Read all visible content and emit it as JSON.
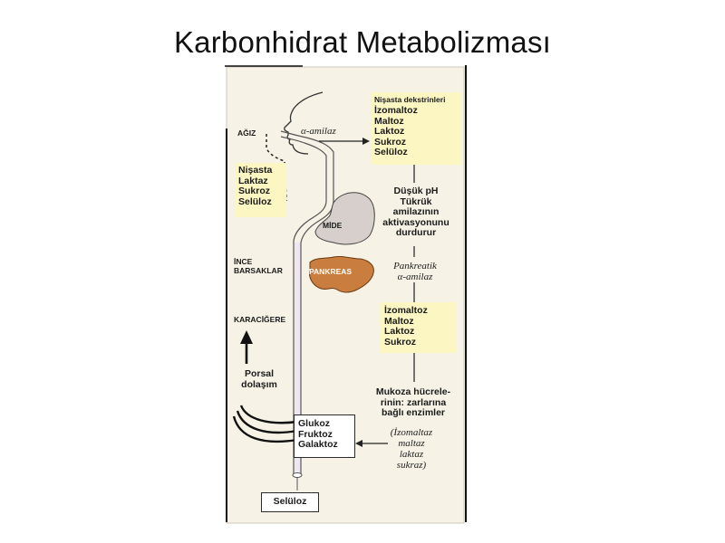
{
  "slide": {
    "title": "Karbonhidrat Metabolizması"
  },
  "diagram": {
    "enzyme_saliva": "α-amilaz",
    "mouth_label": "AĞIZ",
    "mouth_box": "Nişasta\nLaktaz\nSukroz\nSelüloz",
    "dextrins_header": "Nişasta dekstrinleri",
    "dextrins_list": "İzomaltoz\nMaltoz\nLaktoz\nSukroz\nSelüloz",
    "stomach_label": "MİDE",
    "stomach_note": "Düşük pH\nTükrük\namilazının\naktivasyonunu\ndurdurur",
    "small_intestine_label": "İNCE\nBARSAKLAR",
    "pancreas_label": "PANKREAS",
    "pancreatic_enzyme": "Pankreatik\nα-amilaz",
    "intestine_box": "İzomaltoz\nMaltoz\nLaktoz\nSukroz",
    "liver_label": "KARACİĞERE",
    "portal_label": "Porsal\ndolaşım",
    "mucosa_note": "Mukoza hücrele-\nrinin: zarlarına\nbağlı enzimler",
    "brush_enzymes": "(İzomaltaz\nmaltaz\nlaktaz\nsukraz)",
    "monosaccharides": "Glukoz\nFruktoz\nGalaktoz",
    "output": "Selüloz"
  },
  "colors": {
    "background": "#ffffff",
    "panel": "#f6f2e6",
    "highlight_box": "#fbf6c2",
    "stomach": "#d6cfcb",
    "pancreas": "#c97d3f",
    "outline": "#222222"
  }
}
